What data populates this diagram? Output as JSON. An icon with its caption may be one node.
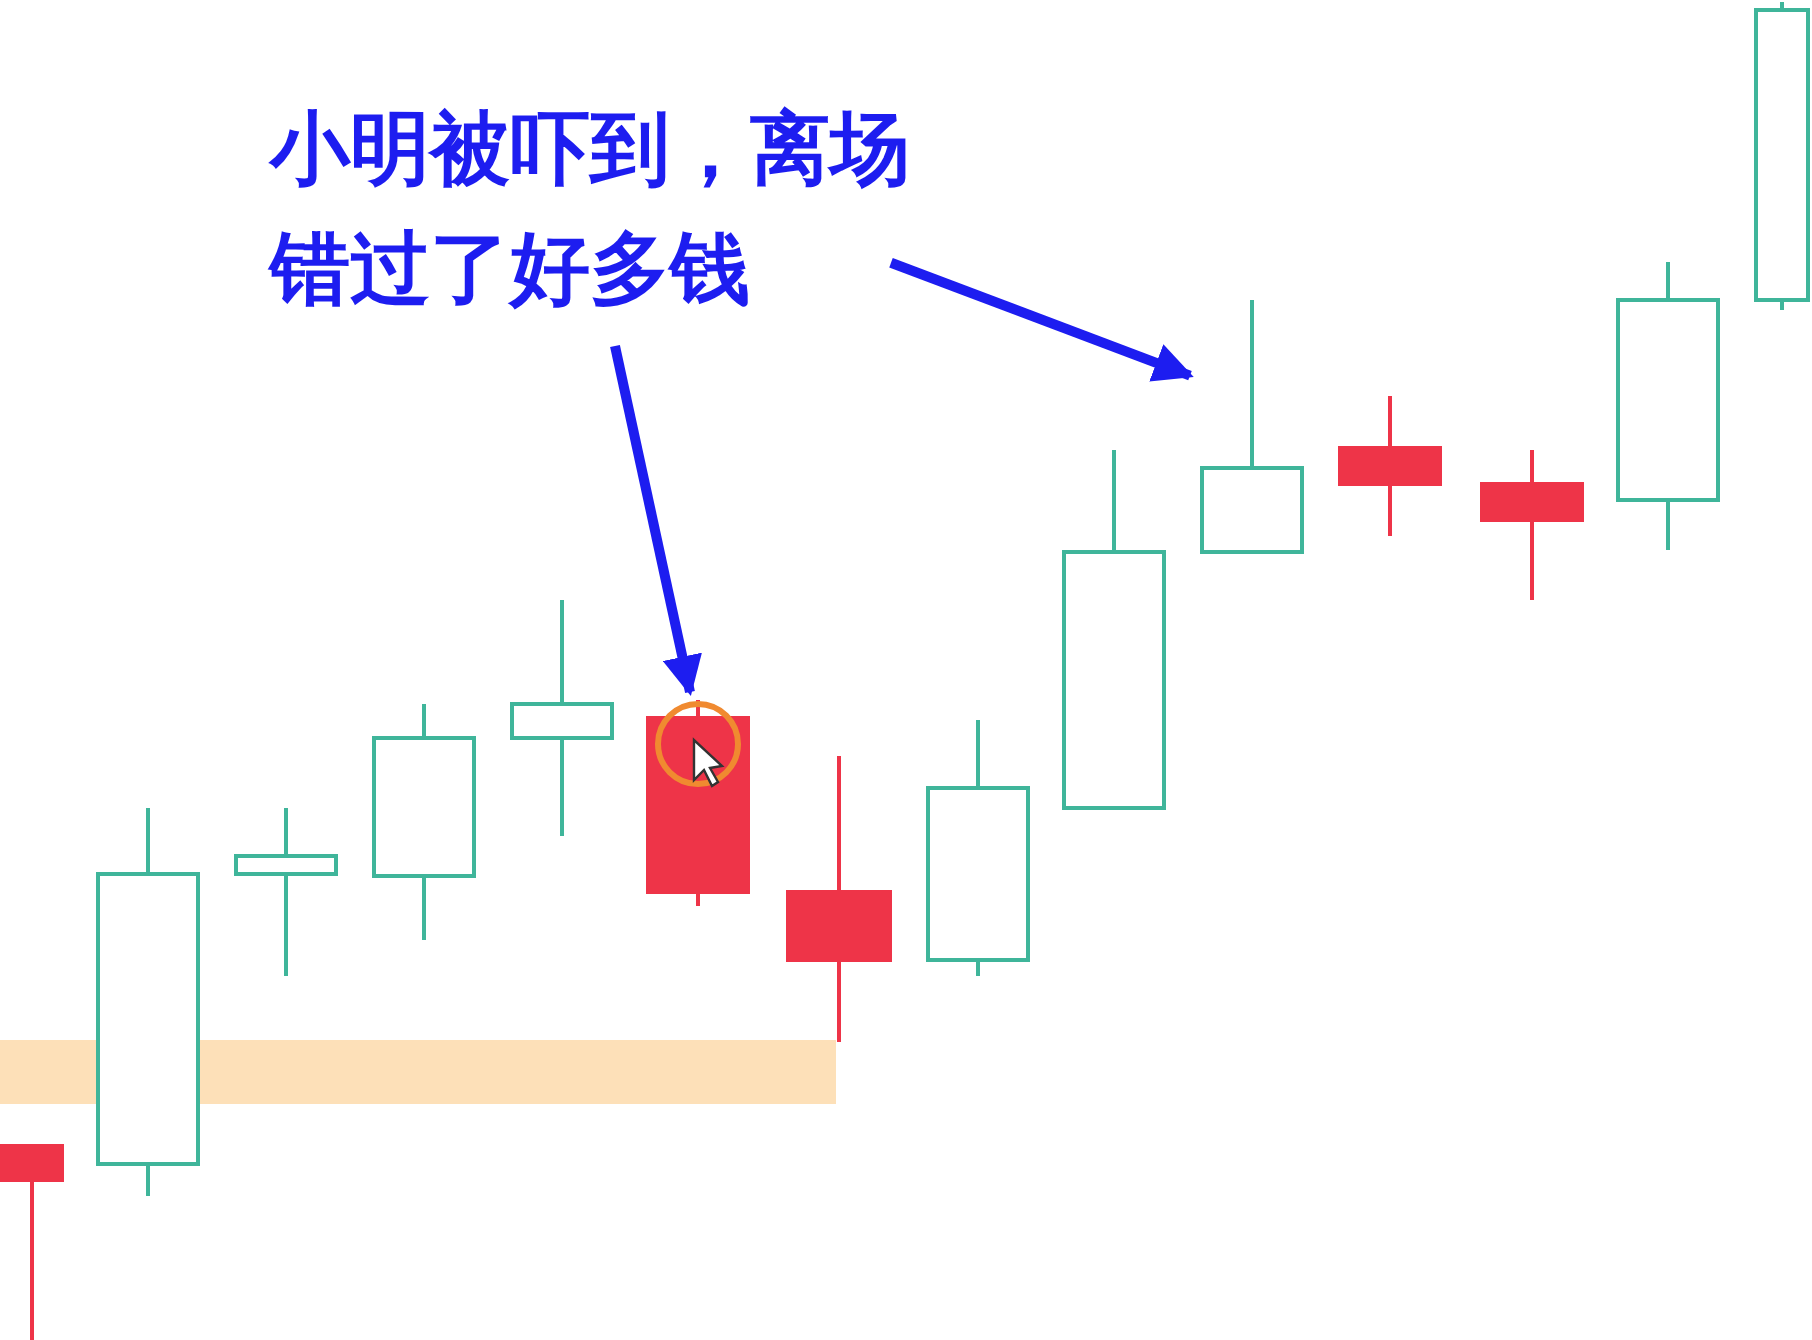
{
  "diagram": {
    "nodes": [
      {
        "text": [
          "小明被吓到，离场错过了好多钱"
        ]
      },
      {
        "text": [],
        "shape": "bar"
      },
      {
        "text": [],
        "shape": "bar"
      }
    ],
    "edges": [
      {
        "from": 0,
        "to": 1,
        "arrow": "to"
      },
      {
        "from": 0,
        "to": 2,
        "arrow": "to"
      }
    ]
  }
}
